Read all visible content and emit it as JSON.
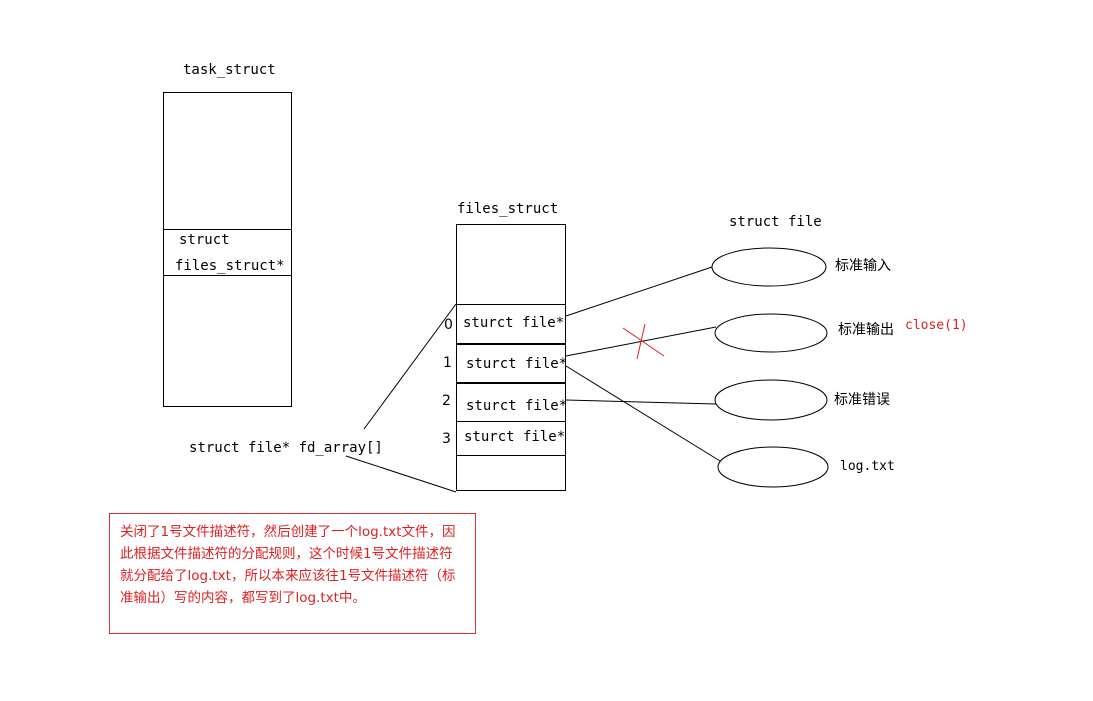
{
  "task_struct": {
    "title": "task_struct",
    "field_line1": "struct",
    "field_line2": "files_struct*"
  },
  "fd_array_label": "struct file* fd_array[]",
  "files_struct": {
    "title": "files_struct",
    "slots": [
      {
        "index": "0",
        "label": "sturct file*"
      },
      {
        "index": "1",
        "label": "sturct file*"
      },
      {
        "index": "2",
        "label": "sturct file*"
      },
      {
        "index": "3",
        "label": "sturct file*"
      }
    ]
  },
  "struct_file": {
    "title": "struct file",
    "files": [
      {
        "label": "标准输入"
      },
      {
        "label": "标准输出"
      },
      {
        "label": "标准错误"
      },
      {
        "label": "log.txt"
      }
    ],
    "close_annotation": "close(1)"
  },
  "note": "关闭了1号文件描述符，然后创建了一个log.txt文件，因此根据文件描述符的分配规则，这个时候1号文件描述符就分配给了log.txt，所以本来应该往1号文件描述符（标准输出）写的内容，都写到了log.txt中。",
  "colors": {
    "annotation": "#e02020",
    "line": "#000000"
  }
}
